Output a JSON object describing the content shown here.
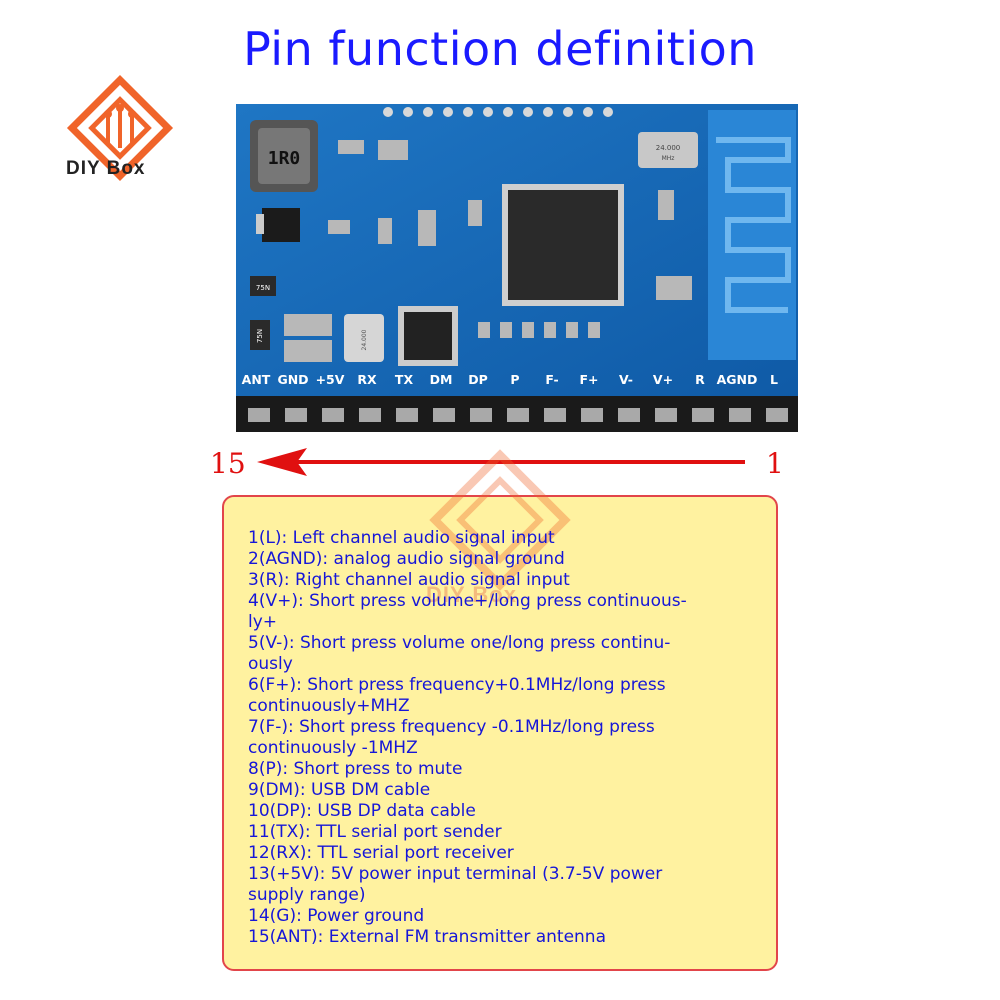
{
  "title": "Pin function definition",
  "logo": {
    "text": "DIY Box",
    "icon": "diy-box-logo-icon",
    "color": "#f0642a"
  },
  "board": {
    "inductor_label": "1R0",
    "crystal_label": "24.000",
    "crystal_unit": "MHz",
    "small_crystal": "24.000",
    "diode_label": "75N",
    "diode_label2": "75N",
    "pin_labels": [
      "ANT",
      "GND",
      "+5V",
      "RX",
      "TX",
      "DM",
      "DP",
      "P",
      "F-",
      "F+",
      "V-",
      "V+",
      "R",
      "AGND",
      "L"
    ]
  },
  "arrow": {
    "left_number": "15",
    "right_number": "1",
    "color": "#e01010"
  },
  "watermark": {
    "text": "DIY Box"
  },
  "pins": [
    "1(L): Left channel audio signal input",
    "2(AGND): analog audio signal ground",
    "3(R): Right channel audio signal input",
    "4(V+): Short press volume+/long press continuous-",
    "ly+",
    "5(V-): Short press volume one/long press continu-",
    "ously",
    "6(F+): Short press frequency+0.1MHz/long press",
    "continuously+MHZ",
    "7(F-): Short press frequency -0.1MHz/long press",
    "continuously -1MHZ",
    "8(P): Short press to mute",
    "9(DM): USB DM cable",
    "10(DP): USB DP data cable",
    "11(TX): TTL serial port sender",
    "12(RX): TTL serial port receiver",
    "13(+5V): 5V power input terminal (3.7-5V power",
    "supply range)",
    "14(G): Power ground",
    "15(ANT): External FM transmitter antenna"
  ]
}
